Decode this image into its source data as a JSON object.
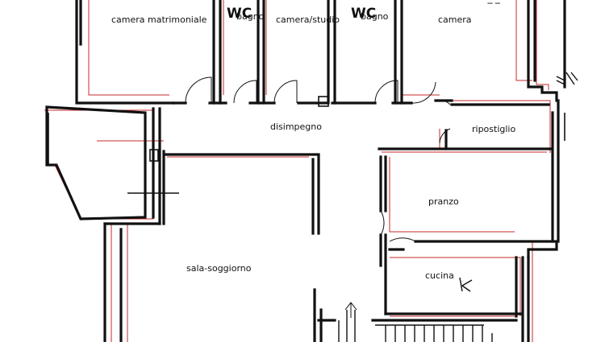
{
  "rooms": {
    "camera_matrimoniale": "camera matrimoniale",
    "bagno_1": "bagno",
    "camera_studio": "camera/studio",
    "bagno_2": "bagno",
    "camera": "camera",
    "disimpegno": "disimpegno",
    "ripostiglio": "ripostiglio",
    "pranzo": "pranzo",
    "sala_soggiorno": "sala-soggiorno",
    "cucina": "cucina"
  },
  "symbols": {
    "wc_1": "WC",
    "wc_2": "WC",
    "cooker_mark": "K"
  },
  "colors": {
    "wall": "#111111",
    "overlay": "#c62828"
  }
}
